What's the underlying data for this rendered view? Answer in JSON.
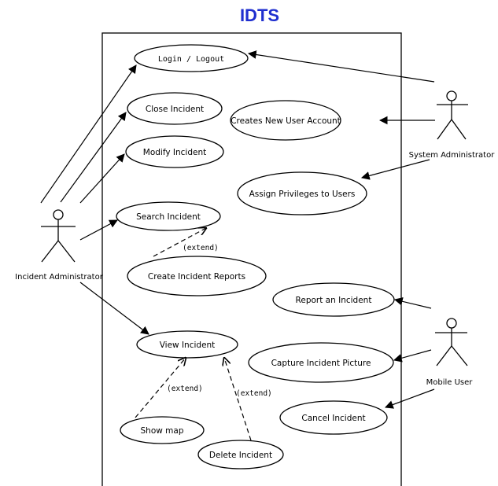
{
  "title": "IDTS",
  "use_cases": {
    "login_logout": "Login / Logout",
    "close_incident": "Close Incident",
    "modify_incident": "Modify Incident",
    "search_incident": "Search Incident",
    "create_incident_reports": "Create Incident Reports",
    "view_incident": "View Incident",
    "show_map": "Show map",
    "delete_incident": "Delete Incident",
    "creates_new_user_account": "Creates New User Account",
    "assign_privileges": "Assign Privileges to Users",
    "report_an_incident": "Report an Incident",
    "capture_incident_picture": "Capture Incident Picture",
    "cancel_incident": "Cancel Incident"
  },
  "actors": {
    "incident_administrator": "Incident Administrator",
    "system_administrator": "System Administrator",
    "mobile_user": "Mobile User"
  },
  "relations": {
    "extend_search": "(extend)",
    "extend_show_map": "(extend)",
    "extend_delete": "(extend)"
  }
}
